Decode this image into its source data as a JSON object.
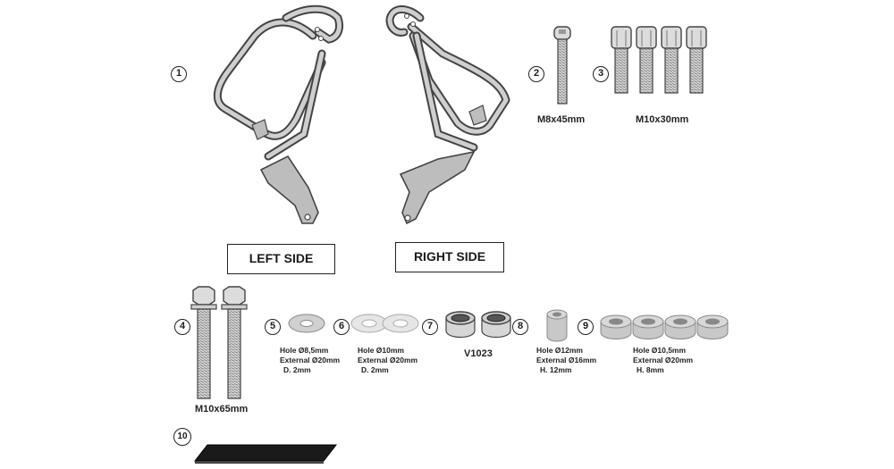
{
  "parts": {
    "n1": "1",
    "n2": "2",
    "n3": "3",
    "n4": "4",
    "n5": "5",
    "n6": "6",
    "n7": "7",
    "n8": "8",
    "n9": "9",
    "n10": "10"
  },
  "labels": {
    "left_side": "LEFT SIDE",
    "right_side": "RIGHT SIDE",
    "p2_size": "M8x45mm",
    "p3_size": "M10x30mm",
    "p4_size": "M10x65mm",
    "p7_code": "V1023"
  },
  "specs": {
    "p5": [
      "Hole Ø8,5mm",
      "External Ø20mm",
      "D. 2mm"
    ],
    "p6": [
      "Hole Ø10mm",
      "External Ø20mm",
      "D. 2mm"
    ],
    "p8": [
      "Hole Ø12mm",
      "External Ø16mm",
      "H. 12mm"
    ],
    "p9": [
      "Hole Ø10,5mm",
      "External Ø20mm",
      "H. 8mm"
    ]
  },
  "colors": {
    "line": "#444444",
    "metal": "#bdbdbd",
    "pad": "#1a1a1a"
  }
}
